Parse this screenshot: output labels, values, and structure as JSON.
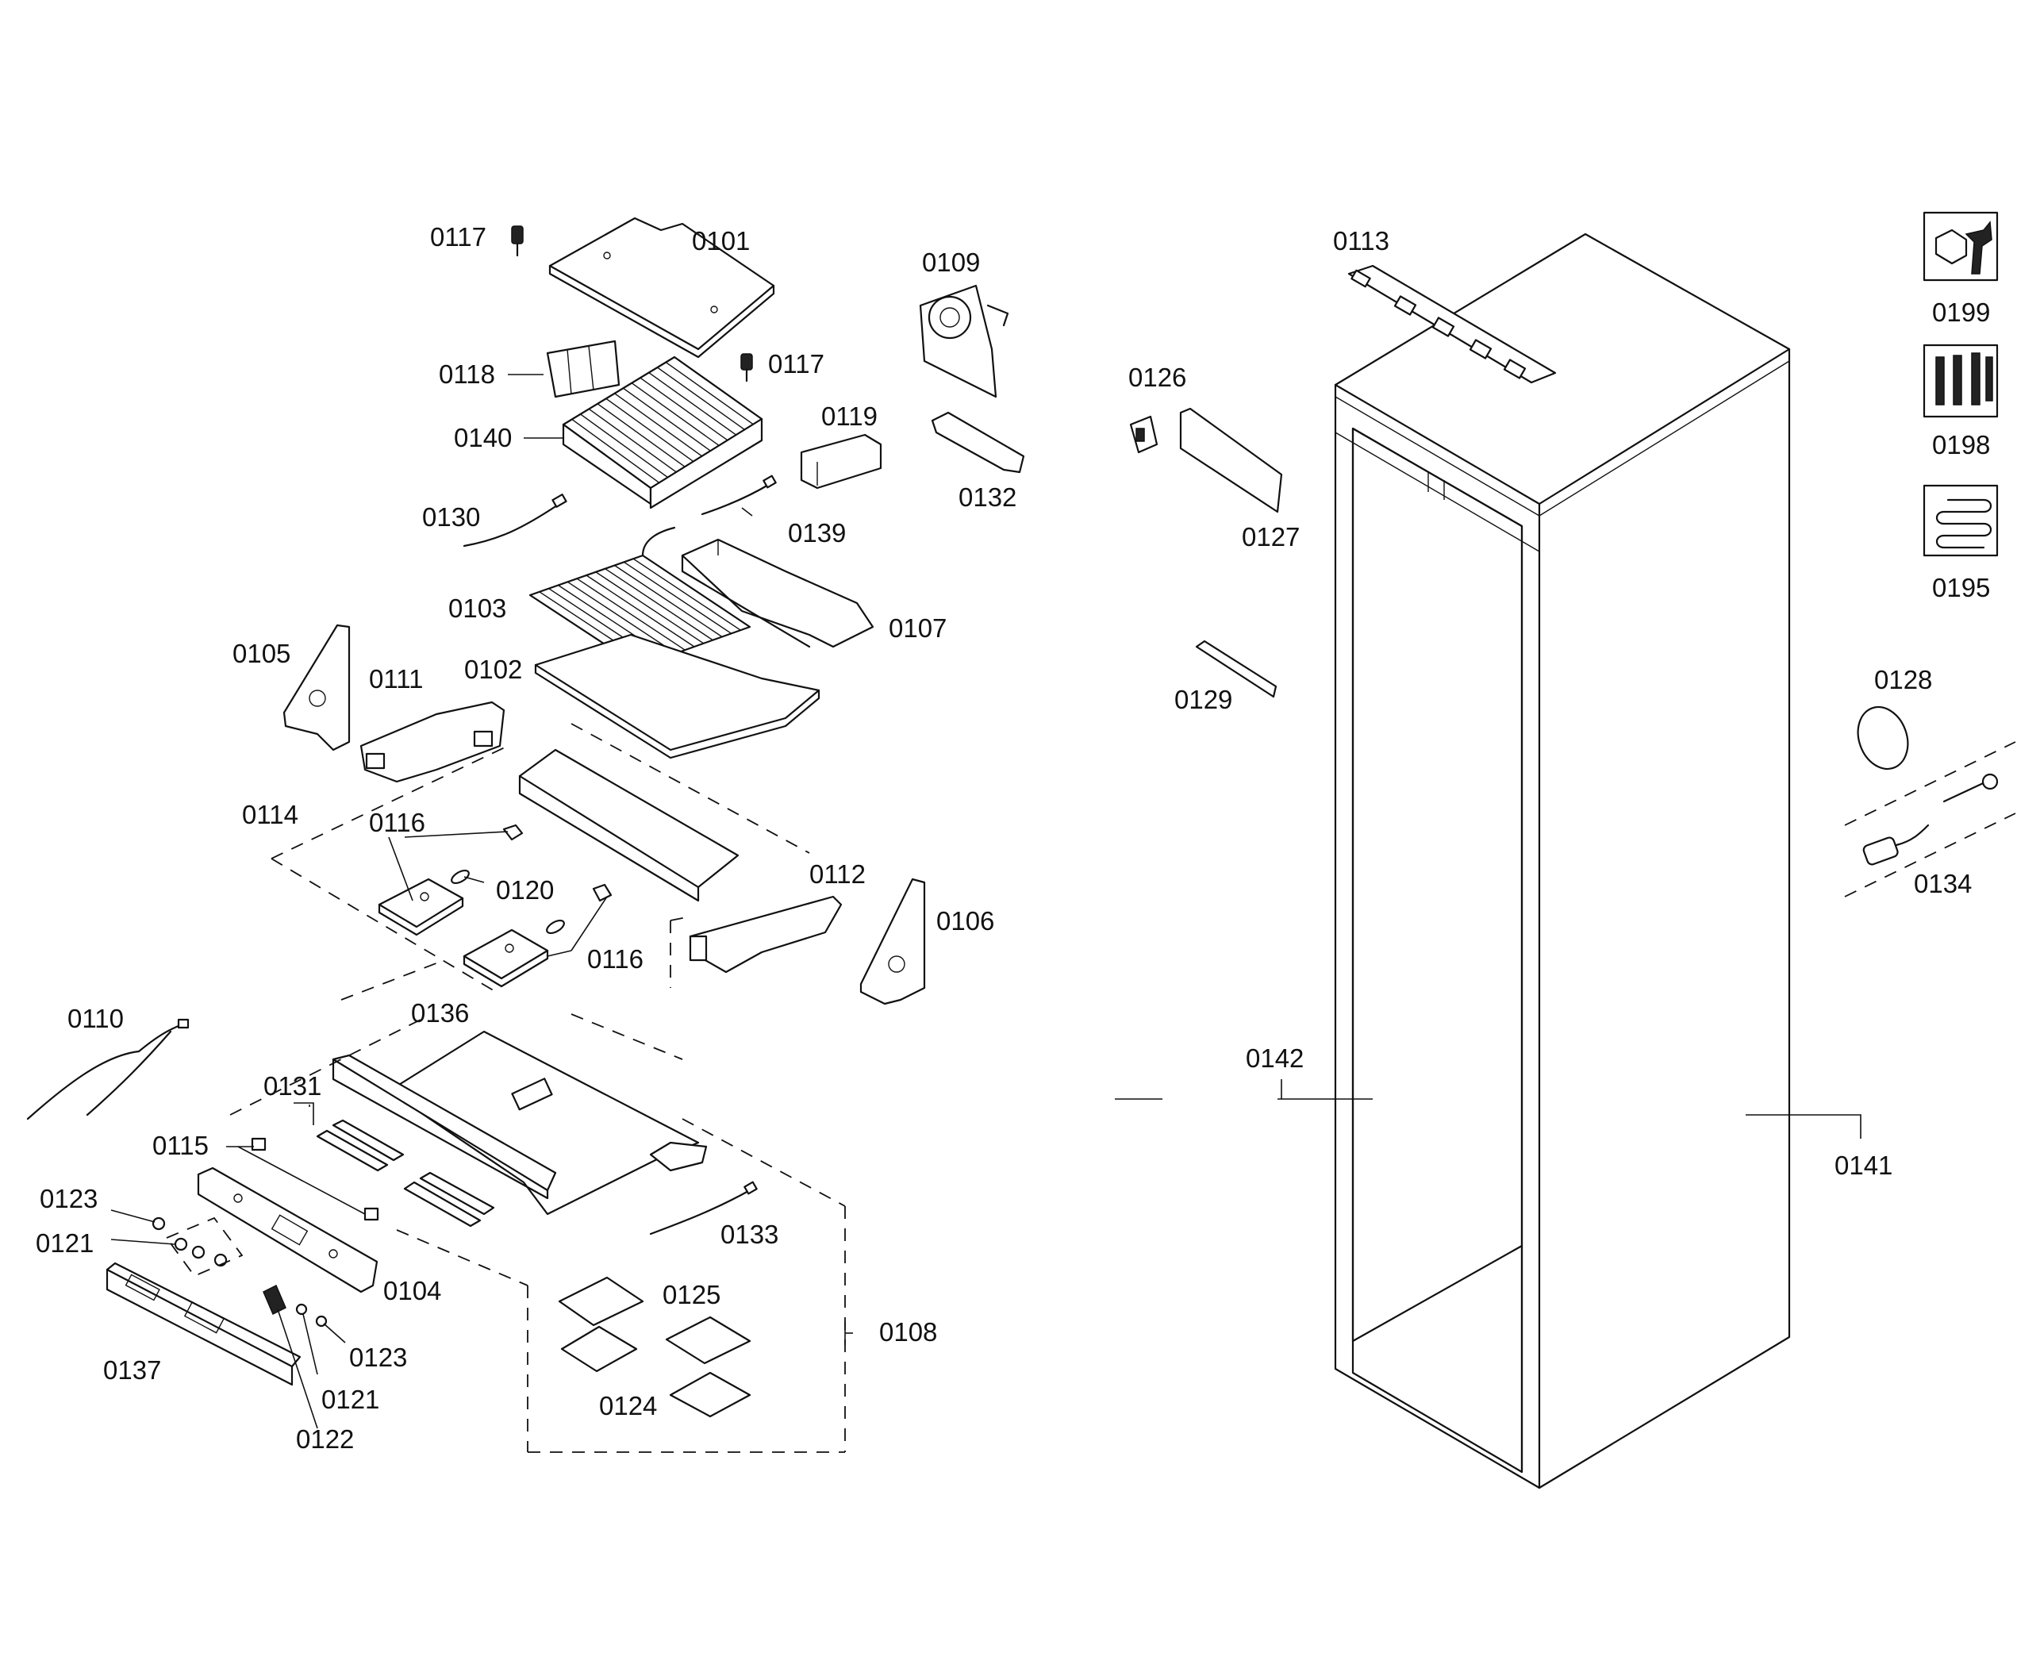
{
  "labels": {
    "p0101": "0101",
    "p0102": "0102",
    "p0103": "0103",
    "p0104": "0104",
    "p0105": "0105",
    "p0106": "0106",
    "p0107": "0107",
    "p0108": "0108",
    "p0109": "0109",
    "p0110": "0110",
    "p0111": "0111",
    "p0112": "0112",
    "p0113": "0113",
    "p0114": "0114",
    "p0115": "0115",
    "p0116a": "0116",
    "p0116b": "0116",
    "p0117a": "0117",
    "p0117b": "0117",
    "p0118": "0118",
    "p0119": "0119",
    "p0120": "0120",
    "p0121a": "0121",
    "p0121b": "0121",
    "p0122": "0122",
    "p0123a": "0123",
    "p0123b": "0123",
    "p0124": "0124",
    "p0125": "0125",
    "p0126": "0126",
    "p0127": "0127",
    "p0128": "0128",
    "p0129": "0129",
    "p0130": "0130",
    "p0131": "0131",
    "p0132": "0132",
    "p0133": "0133",
    "p0134": "0134",
    "p0136": "0136",
    "p0137": "0137",
    "p0139": "0139",
    "p0140": "0140",
    "p0141": "0141",
    "p0142": "0142",
    "p0195": "0195",
    "p0198": "0198",
    "p0199": "0199"
  },
  "icons": {
    "p0199": "nut-wrench-icon",
    "p0198": "screws-icon",
    "p0195": "coil-tube-icon"
  },
  "colors": {
    "line": "#111111",
    "background": "#ffffff"
  }
}
